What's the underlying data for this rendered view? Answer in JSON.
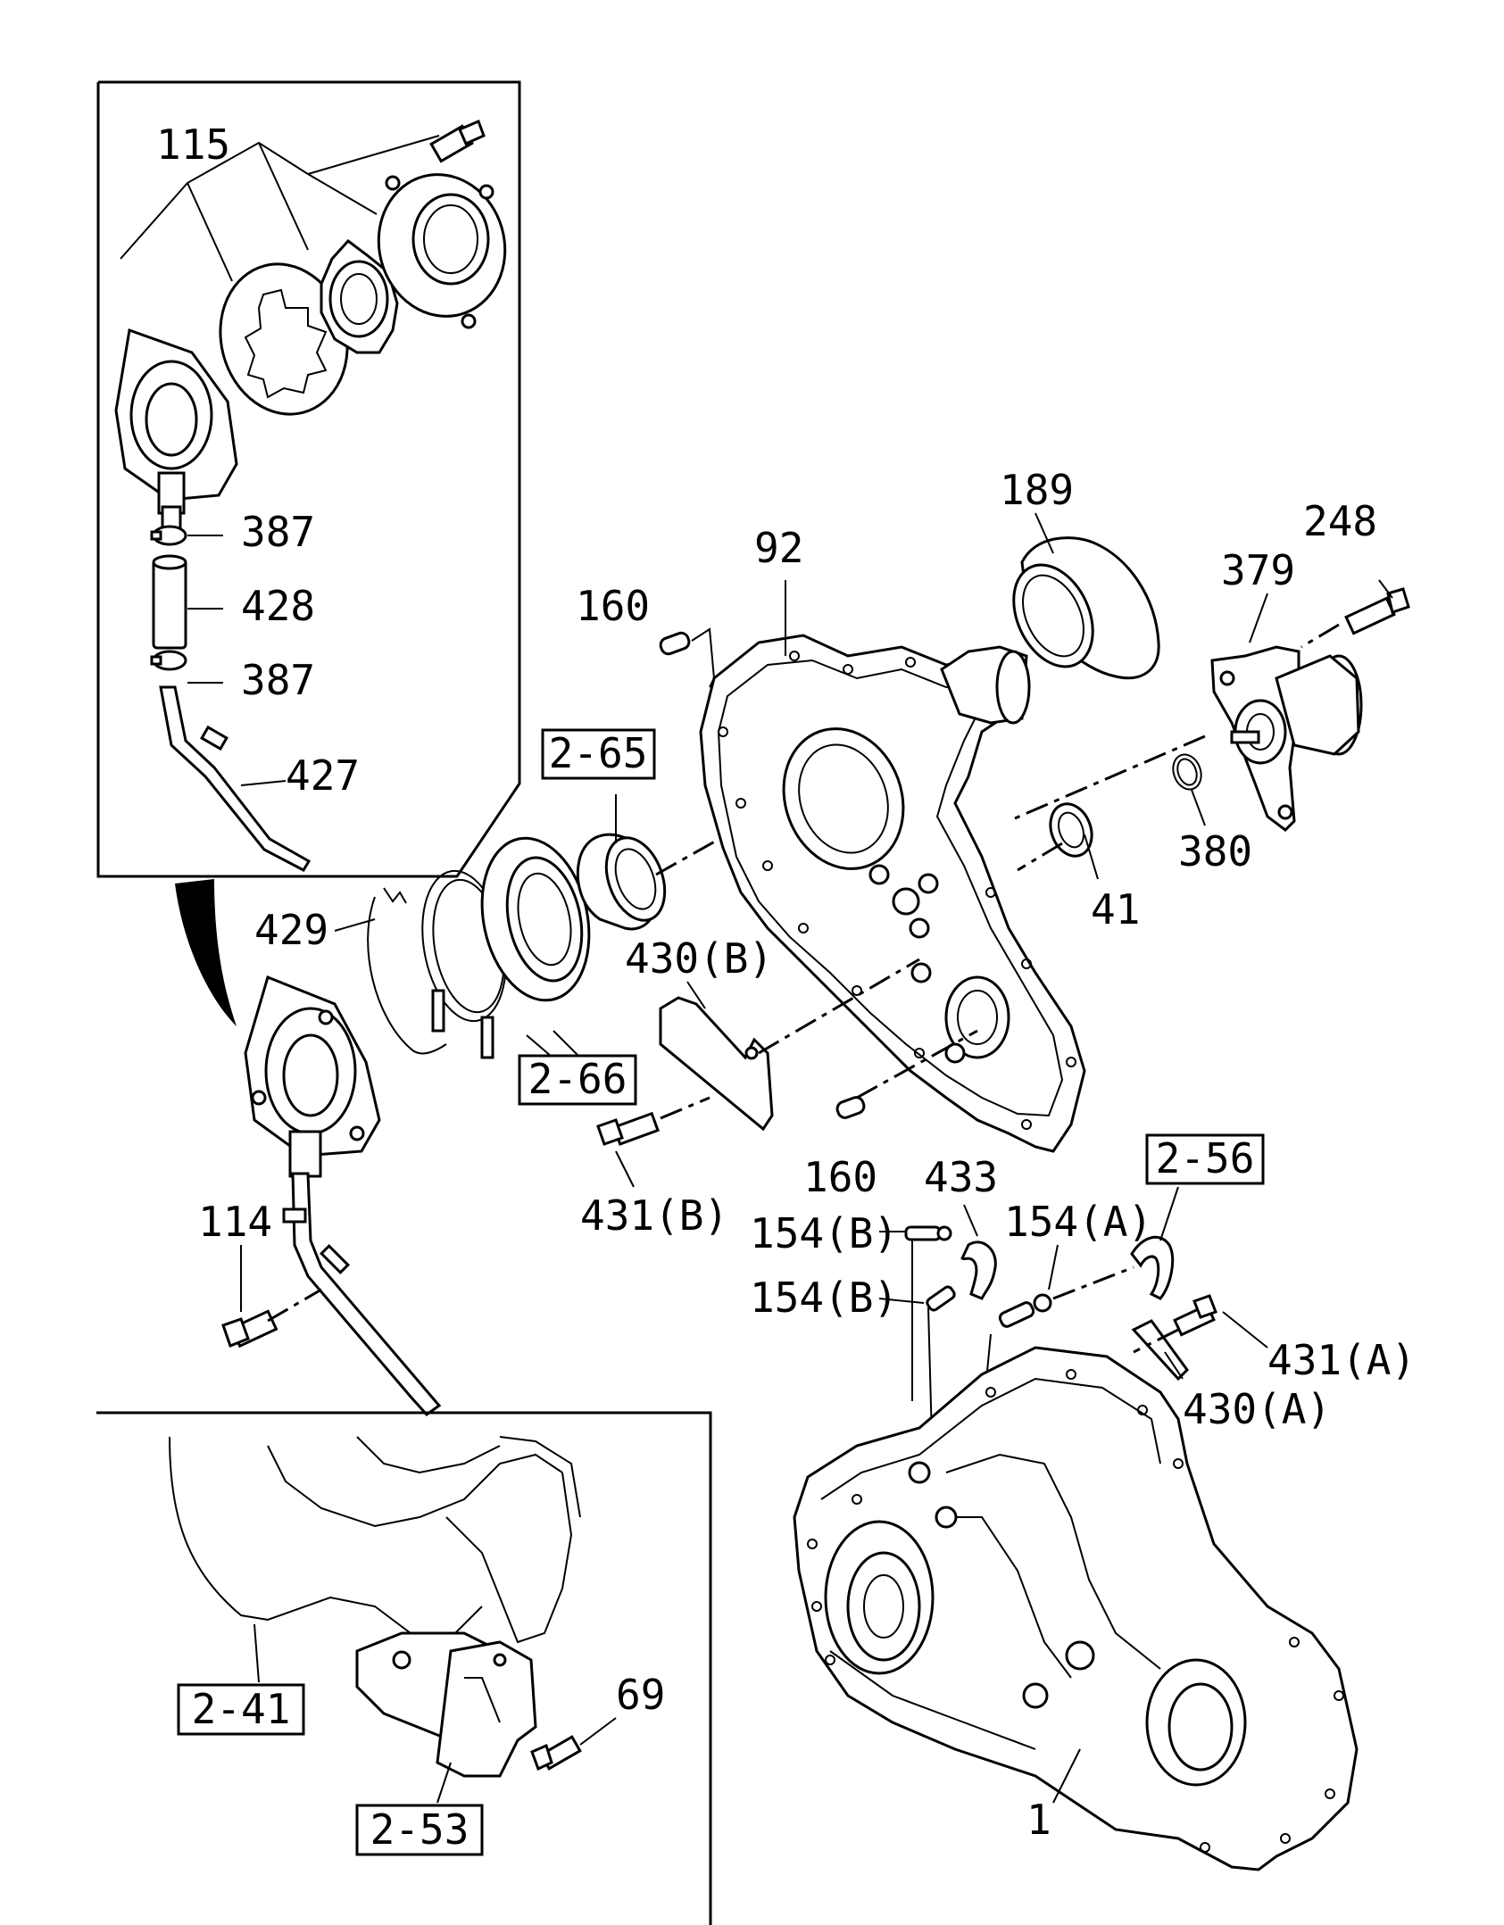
{
  "labels": {
    "l115": "115",
    "l387a": "387",
    "l428": "428",
    "l387b": "387",
    "l427": "427",
    "l429": "429",
    "l92": "92",
    "l160a": "160",
    "l189": "189",
    "l248": "248",
    "l379": "379",
    "l380": "380",
    "l41": "41",
    "l430b": "430(B)",
    "l431b": "431(B)",
    "l160b": "160",
    "l433": "433",
    "l154b1": "154(B)",
    "l154a": "154(A)",
    "l154b2": "154(B)",
    "l431a": "431(A)",
    "l430a": "430(A)",
    "l114": "114",
    "l69": "69",
    "l1": "1"
  },
  "refs": {
    "r265": "2-65",
    "r266": "2-66",
    "r256": "2-56",
    "r241": "2-41",
    "r253": "2-53"
  }
}
